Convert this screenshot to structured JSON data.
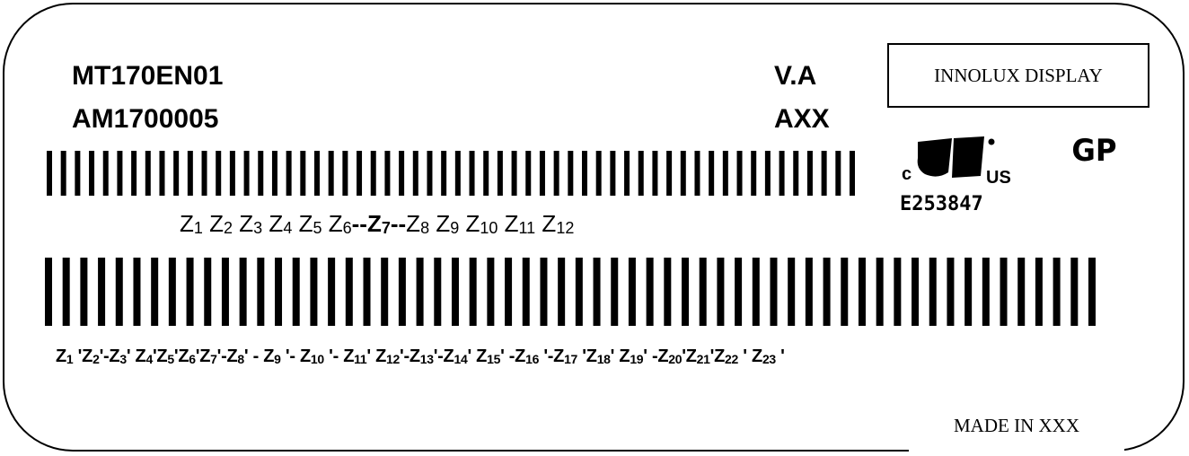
{
  "label": {
    "model": "MT170EN01",
    "serial": "AM1700005",
    "version": "V.A",
    "code": "AXX",
    "brand": "INNOLUX DISPLAY",
    "made_in": "MADE IN XXX",
    "gp": "GP",
    "ul": {
      "c": "c",
      "us": "US",
      "file": "E253847"
    }
  },
  "barcode1": {
    "bars": 58
  },
  "barcode2": {
    "bars": 60
  },
  "zrow1": [
    {
      "z": "Z",
      "n": "1",
      "sep": " "
    },
    {
      "z": "Z",
      "n": "2",
      "sep": " "
    },
    {
      "z": "Z",
      "n": "3",
      "sep": " "
    },
    {
      "z": "Z",
      "n": "4",
      "sep": " "
    },
    {
      "z": "Z",
      "n": "5",
      "sep": " "
    },
    {
      "z": "Z",
      "n": "6",
      "sep": "--"
    },
    {
      "z": "Z",
      "n": "7",
      "sep": "--",
      "bold": true
    },
    {
      "z": "Z",
      "n": "8",
      "sep": " "
    },
    {
      "z": "Z",
      "n": "9",
      "sep": " "
    },
    {
      "z": "Z",
      "n": "10",
      "sep": " "
    },
    {
      "z": "Z",
      "n": "11",
      "sep": " "
    },
    {
      "z": "Z",
      "n": "12",
      "sep": ""
    }
  ],
  "zrow2": [
    {
      "z": "Z",
      "n": "1",
      "sep": " '"
    },
    {
      "z": "Z",
      "n": "2",
      "sep": "'-"
    },
    {
      "z": "Z",
      "n": "3",
      "sep": "' "
    },
    {
      "z": "Z",
      "n": "4",
      "sep": "'"
    },
    {
      "z": "Z",
      "n": "5",
      "sep": "'"
    },
    {
      "z": "Z",
      "n": "6",
      "sep": "'"
    },
    {
      "z": "Z",
      "n": "7",
      "sep": "'-"
    },
    {
      "z": "Z",
      "n": "8",
      "sep": "' - "
    },
    {
      "z": "Z",
      "n": "9",
      "sep": " '- "
    },
    {
      "z": "Z",
      "n": "10",
      "sep": " '- "
    },
    {
      "z": "Z",
      "n": "11",
      "sep": "' "
    },
    {
      "z": "Z",
      "n": "12",
      "sep": "'-"
    },
    {
      "z": "Z",
      "n": "13",
      "sep": "'-"
    },
    {
      "z": "Z",
      "n": "14",
      "sep": "' "
    },
    {
      "z": "Z",
      "n": "15",
      "sep": "' -"
    },
    {
      "z": "Z",
      "n": "16",
      "sep": " '-"
    },
    {
      "z": "Z",
      "n": "17",
      "sep": " '"
    },
    {
      "z": "Z",
      "n": "18",
      "sep": "' "
    },
    {
      "z": "Z",
      "n": "19",
      "sep": "' -"
    },
    {
      "z": "Z",
      "n": "20",
      "sep": "'"
    },
    {
      "z": "Z",
      "n": "21",
      "sep": "'"
    },
    {
      "z": "Z",
      "n": "22",
      "sep": " ' "
    },
    {
      "z": "Z",
      "n": "23",
      "sep": " '"
    }
  ]
}
